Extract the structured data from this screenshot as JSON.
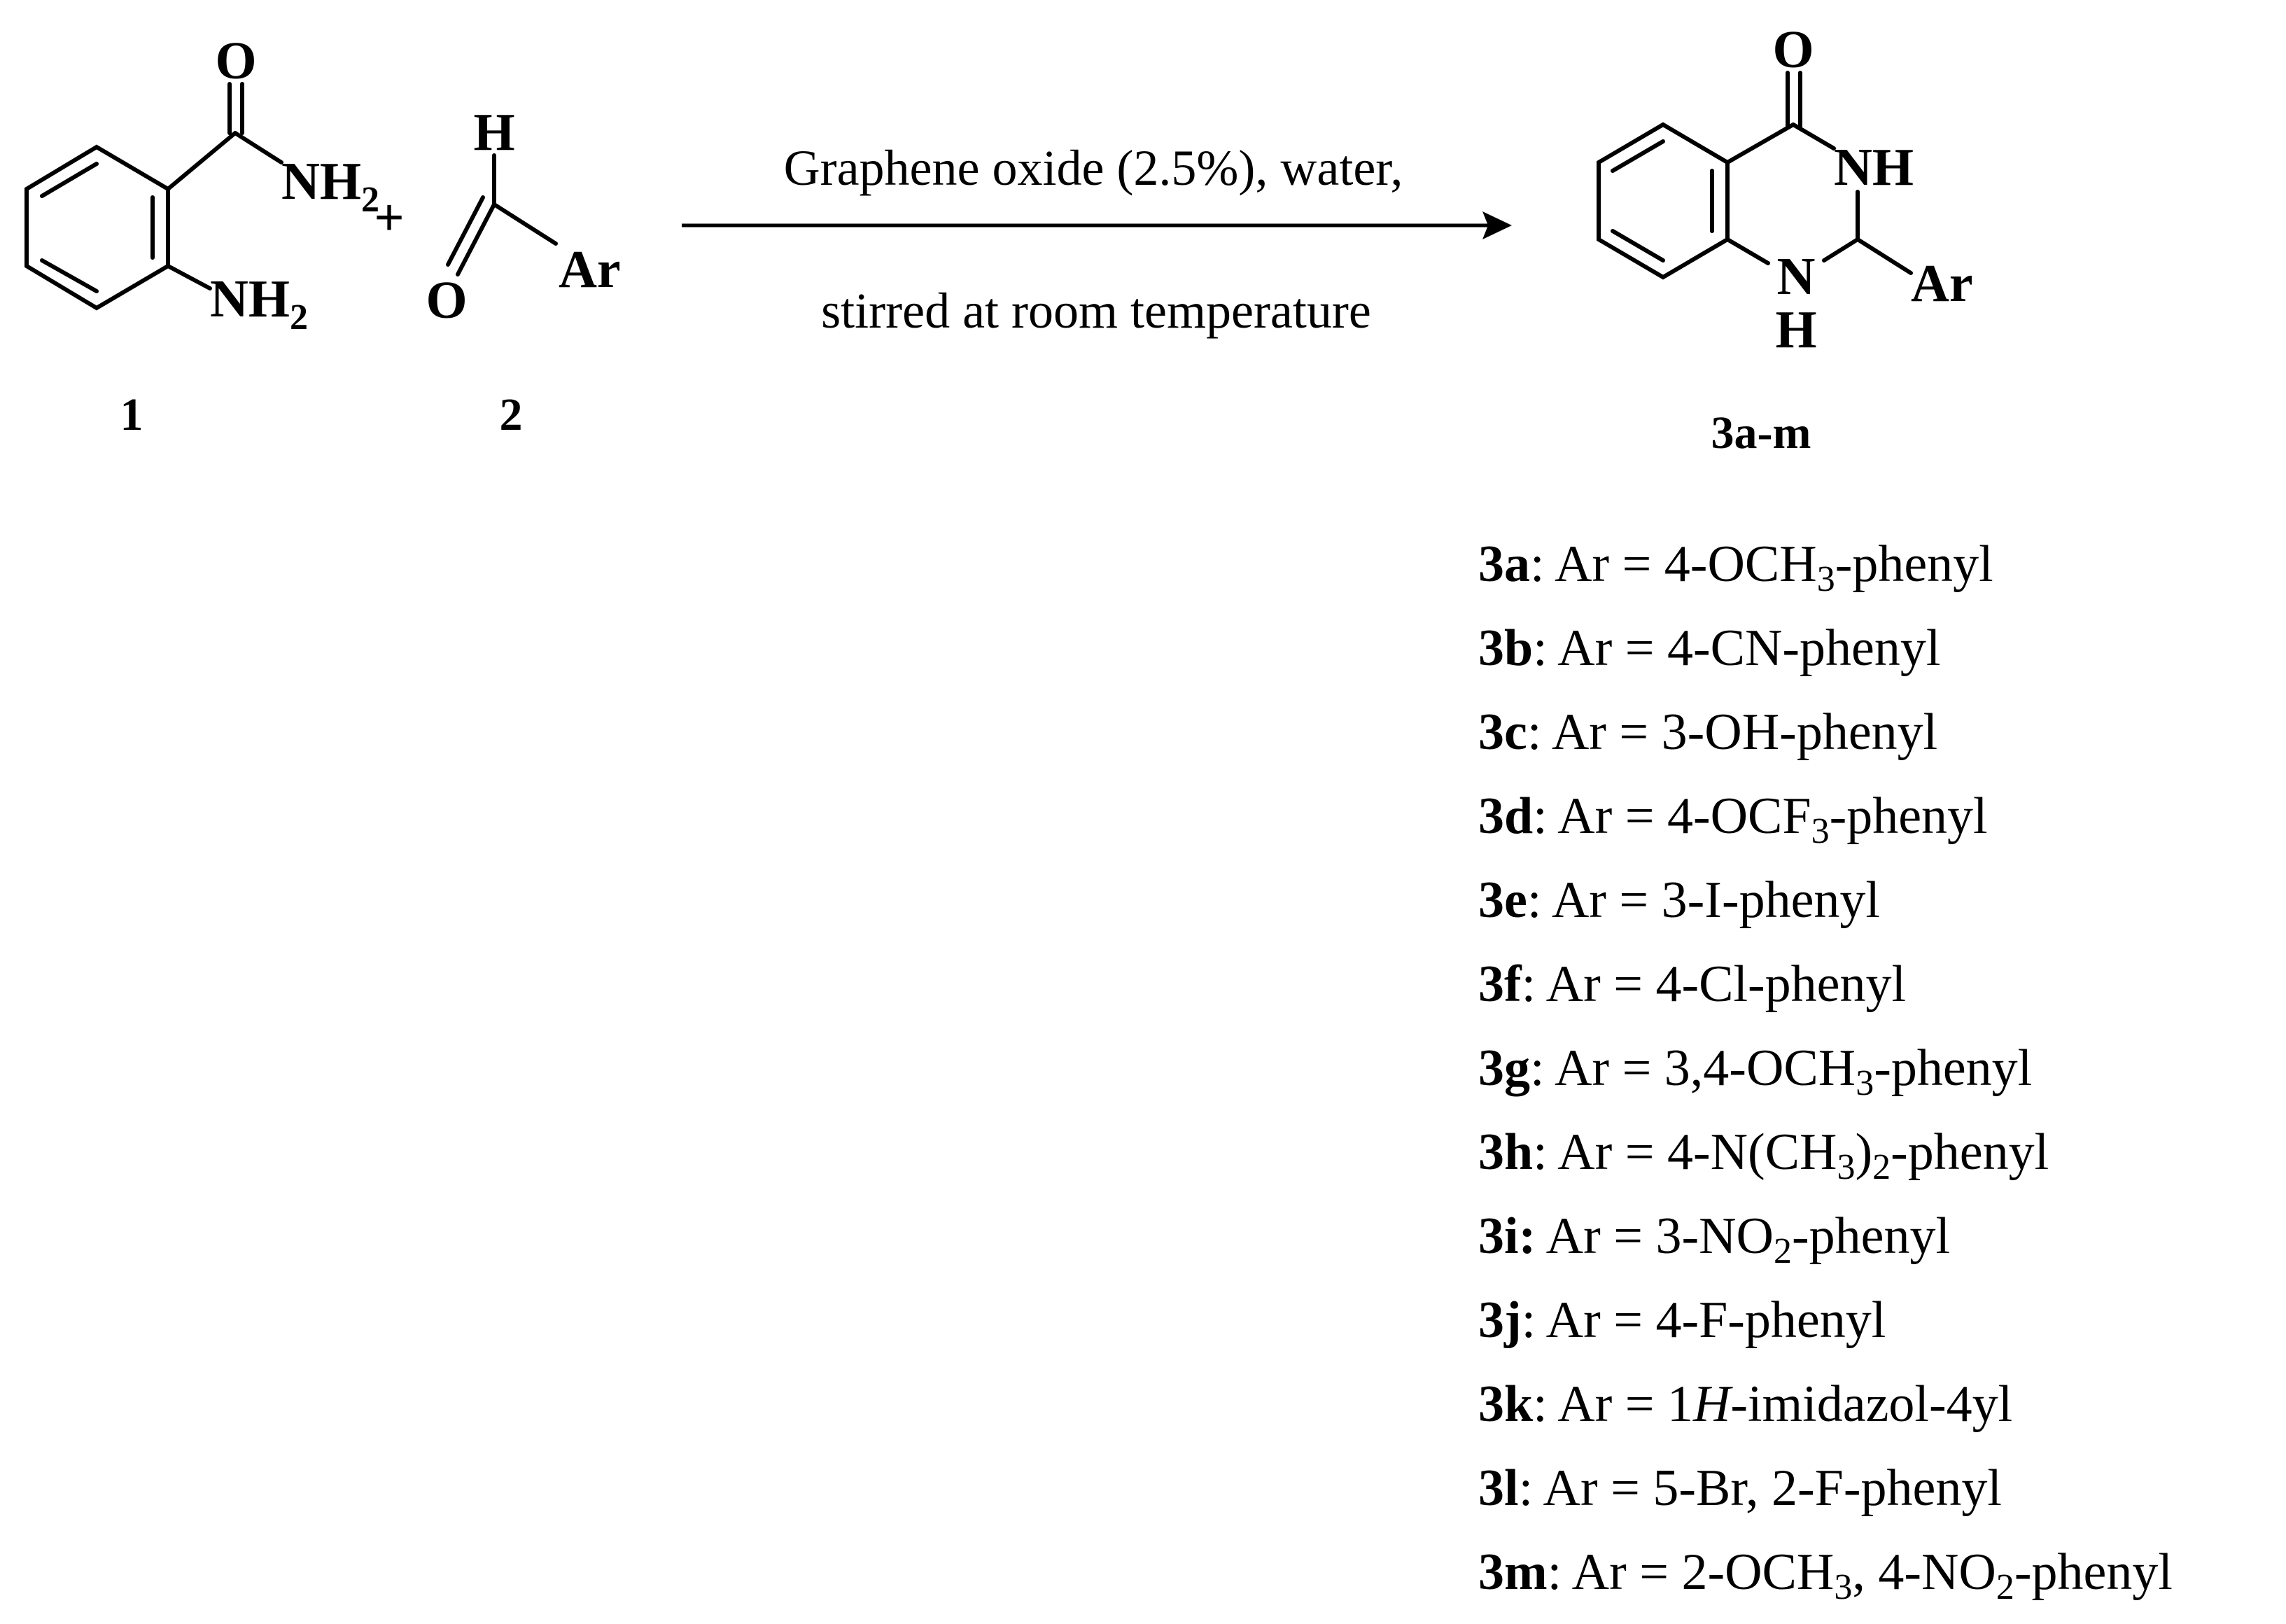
{
  "reactant1": {
    "o_label": "O",
    "amide_label": "NH",
    "amide_sub": "2",
    "amine_label": "NH",
    "amine_sub": "2",
    "number": "1"
  },
  "plus": "+",
  "reactant2": {
    "h_label": "H",
    "o_label": "O",
    "ar_label": "Ar",
    "number": "2"
  },
  "arrow": {
    "condition_line1": "Graphene oxide (2.5%), water,",
    "condition_line2": "stirred at room temperature"
  },
  "product": {
    "o_label": "O",
    "nh_label": "NH",
    "n_label": "N",
    "h_label": "H",
    "ar_label": "Ar",
    "number": "3a-m"
  },
  "substituents": [
    {
      "id": "3a",
      "sep": ":",
      "pre": " Ar = 4-OCH",
      "sub1": "3",
      "mid": "-phenyl",
      "sub2": "",
      "post": ""
    },
    {
      "id": "3b",
      "sep": ":",
      "pre": " Ar = 4-CN-phenyl",
      "sub1": "",
      "mid": "",
      "sub2": "",
      "post": ""
    },
    {
      "id": "3c",
      "sep": ":",
      "pre": " Ar = 3-OH-phenyl",
      "sub1": "",
      "mid": "",
      "sub2": "",
      "post": ""
    },
    {
      "id": "3d",
      "sep": ":",
      "pre": " Ar = 4-OCF",
      "sub1": "3",
      "mid": "-phenyl",
      "sub2": "",
      "post": ""
    },
    {
      "id": "3e",
      "sep": ":",
      "pre": " Ar = 3-I-phenyl",
      "sub1": "",
      "mid": "",
      "sub2": "",
      "post": ""
    },
    {
      "id": "3f",
      "sep": ":",
      "pre": " Ar = 4-Cl-phenyl",
      "sub1": "",
      "mid": "",
      "sub2": "",
      "post": ""
    },
    {
      "id": "3g",
      "sep": ":",
      "pre": " Ar = 3,4-OCH",
      "sub1": "3",
      "mid": "-phenyl",
      "sub2": "",
      "post": ""
    },
    {
      "id": "3h",
      "sep": ":",
      "pre": " Ar = 4-N(CH",
      "sub1": "3",
      "mid": ")",
      "sub2": "2",
      "post": "-phenyl"
    },
    {
      "id": "3i",
      "sep": ":",
      "pre": " Ar = 3-NO",
      "sub1": "2",
      "mid": "-phenyl",
      "sub2": "",
      "post": ""
    },
    {
      "id": "3j",
      "sep": ":",
      "pre": " Ar = 4-F-phenyl",
      "sub1": "",
      "mid": "",
      "sub2": "",
      "post": ""
    },
    {
      "id": "3k",
      "sep": ":",
      "pre": " Ar = 1",
      "italic": "H",
      "sub1": "",
      "mid": "-imidazol-4yl",
      "sub2": "",
      "post": ""
    },
    {
      "id": "3l",
      "sep": ":",
      "pre": " Ar = 5-Br, 2-F-phenyl",
      "sub1": "",
      "mid": "",
      "sub2": "",
      "post": ""
    },
    {
      "id": "3m",
      "sep": ":",
      "pre": " Ar = 2-OCH",
      "sub1": "3",
      "mid": ", 4-NO",
      "sub2": "2",
      "post": "-phenyl"
    }
  ]
}
